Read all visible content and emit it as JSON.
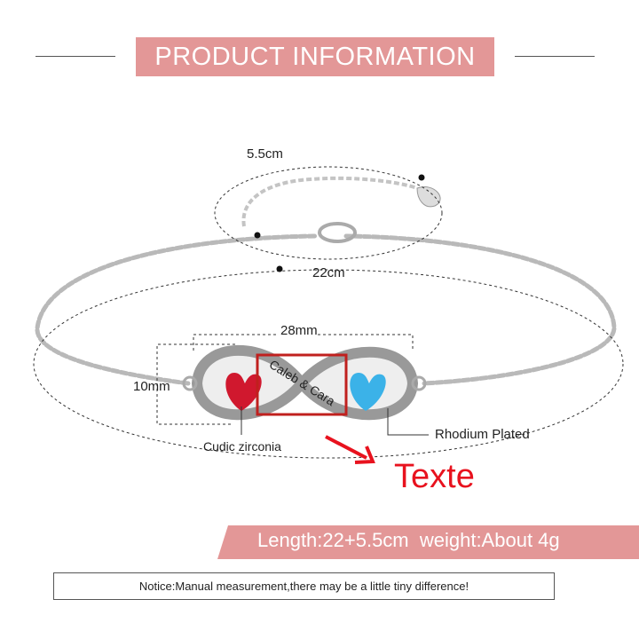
{
  "header": {
    "title": "PRODUCT INFORMATION"
  },
  "dimensions": {
    "extension_length": "5.5cm",
    "chain_length": "22cm",
    "pendant_width": "28mm",
    "pendant_height": "10mm"
  },
  "annotations": {
    "stone": "Cudic zirconia",
    "plating": "Rhodium Plated",
    "engraving_example": "Caleb & Cara",
    "engraving_label": "Texte"
  },
  "specs": {
    "text": "Length:22+5.5cm  weight:About 4g"
  },
  "notice": {
    "text": "Notice:Manual measurement,there may be a little tiny difference!"
  },
  "colors": {
    "banner": "#e39797",
    "highlight_box": "#c0201e",
    "arrow": "#e8121e",
    "stone_left": "#d0182e",
    "stone_right": "#3bb2e8"
  }
}
